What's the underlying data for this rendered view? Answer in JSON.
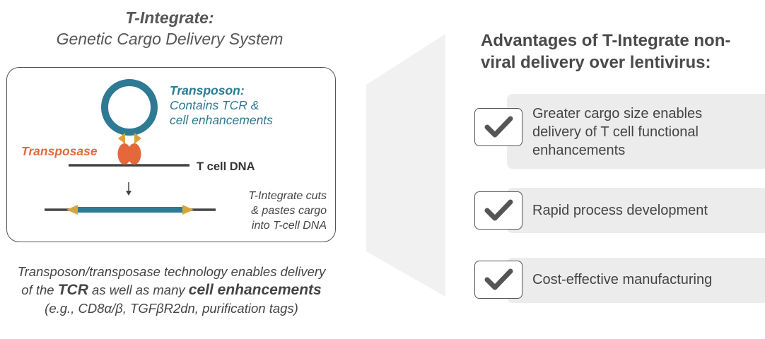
{
  "left": {
    "title_line1": "T-Integrate:",
    "title_line2": "Genetic Cargo Delivery System",
    "transposon_title": "Transposon:",
    "transposon_desc_line1": "Contains TCR &",
    "transposon_desc_line2": "cell enhancements",
    "transposase_label": "Transposase",
    "dna_label": "T cell DNA",
    "cut_line1": "T-Integrate cuts",
    "cut_line2": "& pastes cargo",
    "cut_line3": "into T-cell DNA",
    "caption": {
      "part1": "Transposon/transposase technology enables delivery of the ",
      "tcr": "TCR",
      "part2": " as well as many ",
      "cell_enh": "cell enhancements",
      "part3": " (e.g., CD8α/β, TGFβR2dn, purification tags)"
    }
  },
  "right": {
    "title_line1": "Advantages of T-Integrate non-",
    "title_line2": "viral delivery over lentivirus:",
    "advantages": [
      {
        "line1": "Greater cargo size enables",
        "line2": "delivery of T cell functional",
        "line3": "enhancements"
      },
      {
        "line1": "Rapid process development"
      },
      {
        "line1": "Cost-effective manufacturing"
      }
    ]
  },
  "colors": {
    "teal": "#2e7a94",
    "orange": "#e06b3a",
    "gold": "#d8a43a",
    "panel_gray": "#ececec"
  }
}
